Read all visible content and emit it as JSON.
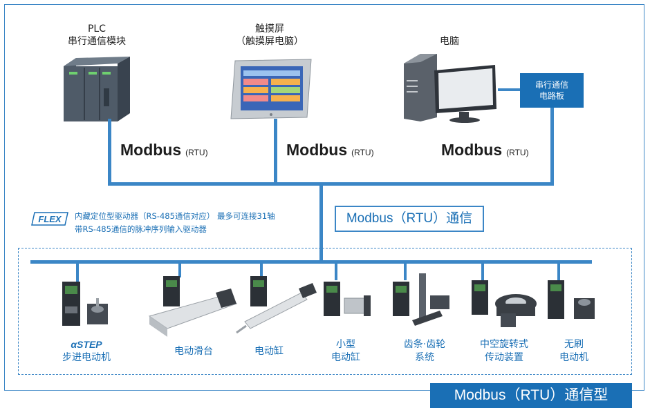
{
  "top_devices": {
    "plc": {
      "line1": "PLC",
      "line2": "串行通信模块"
    },
    "touch": {
      "line1": "触摸屏",
      "line2": "（触摸屏电脑）"
    },
    "pc": {
      "line1": "电脑"
    }
  },
  "comm_board": {
    "line1": "串行通信",
    "line2": "电路板"
  },
  "modbus_labels": [
    {
      "main": "Modbus",
      "sub": "(RTU)"
    },
    {
      "main": "Modbus",
      "sub": "(RTU)"
    },
    {
      "main": "Modbus",
      "sub": "(RTU)"
    }
  ],
  "network_label": "Modbus（RTU）通信",
  "flex": {
    "logo": "FLEX",
    "line1": "内藏定位型驱动器（RS-485通信对应） 最多可连接31轴",
    "line2": "带RS-485通信的脉冲序列输入驱动器"
  },
  "products": [
    {
      "brand": "αSTEP",
      "line1": "步进电动机",
      "line2": ""
    },
    {
      "brand": "",
      "line1": "电动滑台",
      "line2": ""
    },
    {
      "brand": "",
      "line1": "电动缸",
      "line2": ""
    },
    {
      "brand": "",
      "line1": "小型",
      "line2": "电动缸"
    },
    {
      "brand": "",
      "line1": "齿条·齿轮",
      "line2": "系统"
    },
    {
      "brand": "",
      "line1": "中空旋转式",
      "line2": "传动装置"
    },
    {
      "brand": "",
      "line1": "无刷",
      "line2": "电动机"
    }
  ],
  "footer_label": "Modbus（RTU）通信型",
  "colors": {
    "accent": "#3b86c6",
    "brand": "#1a6fb5"
  }
}
